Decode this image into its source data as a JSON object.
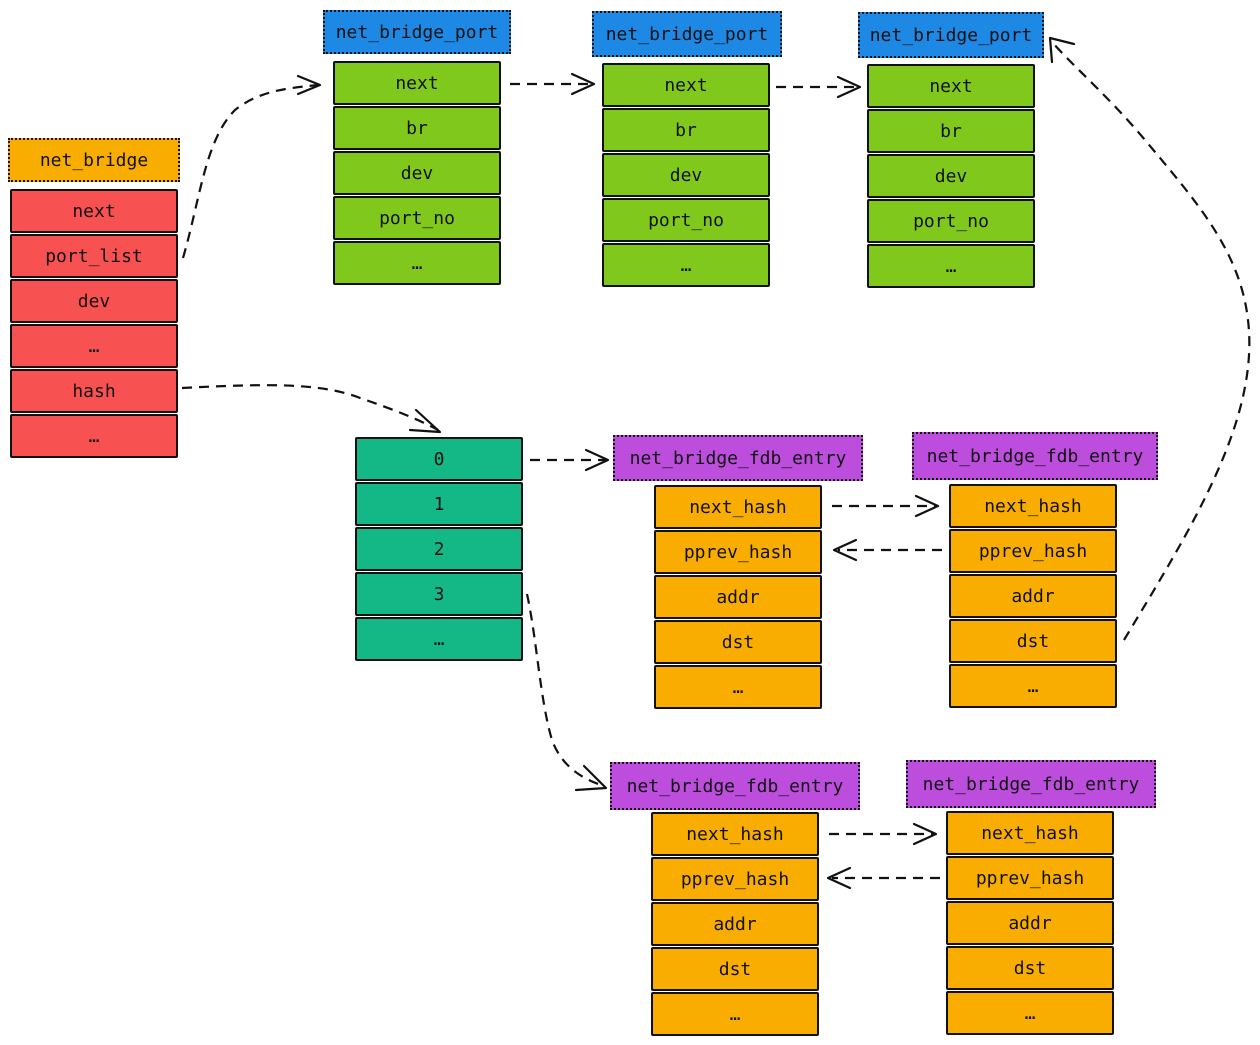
{
  "colors": {
    "net_bridge_title": "#f9ad00",
    "net_bridge_fields": "#f85152",
    "port_title": "#1e88e5",
    "port_fields": "#80c81c",
    "hash_fields": "#13b886",
    "fdb_title": "#bd4ddd",
    "fdb_fields": "#f9ad00"
  },
  "net_bridge": {
    "title": "net_bridge",
    "fields": [
      "next",
      "port_list",
      "dev",
      "…",
      "hash",
      "…"
    ]
  },
  "ports": [
    {
      "title": "net_bridge_port",
      "fields": [
        "next",
        "br",
        "dev",
        "port_no",
        "…"
      ]
    },
    {
      "title": "net_bridge_port",
      "fields": [
        "next",
        "br",
        "dev",
        "port_no",
        "…"
      ]
    },
    {
      "title": "net_bridge_port",
      "fields": [
        "next",
        "br",
        "dev",
        "port_no",
        "…"
      ]
    }
  ],
  "hash_table": {
    "fields": [
      "0",
      "1",
      "2",
      "3",
      "…"
    ]
  },
  "fdb_entries": [
    {
      "title": "net_bridge_fdb_entry",
      "fields": [
        "next_hash",
        "pprev_hash",
        "addr",
        "dst",
        "…"
      ]
    },
    {
      "title": "net_bridge_fdb_entry",
      "fields": [
        "next_hash",
        "pprev_hash",
        "addr",
        "dst",
        "…"
      ]
    },
    {
      "title": "net_bridge_fdb_entry",
      "fields": [
        "next_hash",
        "pprev_hash",
        "addr",
        "dst",
        "…"
      ]
    },
    {
      "title": "net_bridge_fdb_entry",
      "fields": [
        "next_hash",
        "pprev_hash",
        "addr",
        "dst",
        "…"
      ]
    }
  ]
}
